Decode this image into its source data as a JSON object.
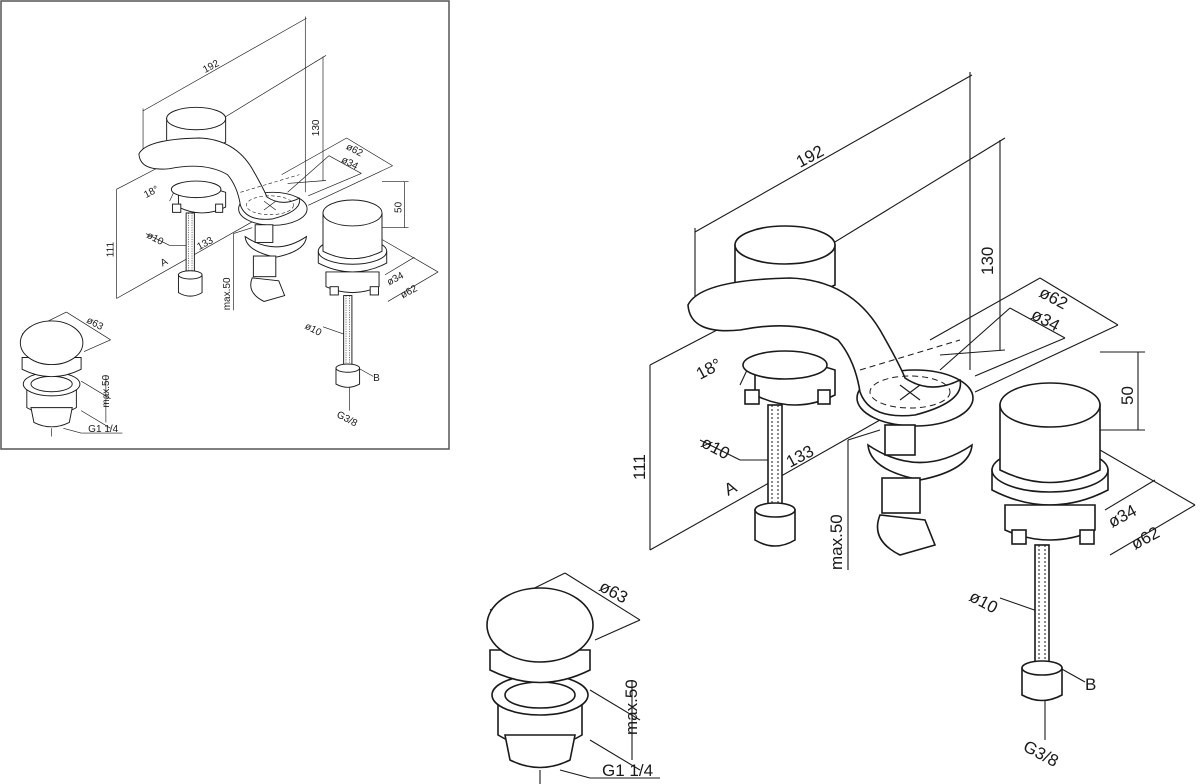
{
  "dimensions": {
    "width_total": "192",
    "height_spout": "130",
    "spout_base_outer": "ø62",
    "spout_base_inner": "ø34",
    "handle_height": "50",
    "angle": "18°",
    "hose_left_diameter": "ø10",
    "spout_reach": "133",
    "height_base": "111",
    "connection_a": "A",
    "max_thickness": "max.50",
    "handle_inner": "ø34",
    "handle_outer": "ø62",
    "hose_right_diameter": "ø10",
    "connection_b": "B",
    "thread_b": "G3/8",
    "drain_diameter": "ø63",
    "drain_max": "max.50",
    "drain_thread": "G1 1/4"
  }
}
